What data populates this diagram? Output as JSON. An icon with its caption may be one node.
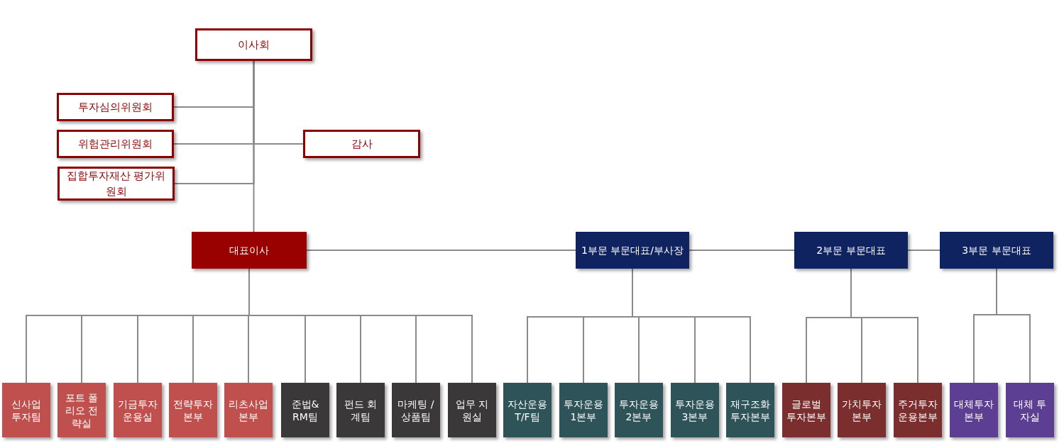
{
  "diagram": {
    "nodes": [
      {
        "text": [
          "이사회"
        ]
      },
      {
        "text": [
          "투자심의위원회"
        ]
      },
      {
        "text": [
          "위험관리위원회"
        ]
      },
      {
        "text": [
          "감사"
        ]
      },
      {
        "text": [
          "집합투자재산 평가위원회"
        ]
      },
      {
        "text": [
          "대표이사"
        ]
      },
      {
        "text": [
          "1부문 부문대표/부사장"
        ]
      },
      {
        "text": [
          "2부문 부문대표"
        ]
      },
      {
        "text": [
          "3부문 부문대표"
        ]
      },
      {
        "text": [
          "신사업 투자팀"
        ]
      },
      {
        "text": [
          "포트 폴리오 전략실"
        ]
      },
      {
        "text": [
          "기금투자 운용실"
        ]
      },
      {
        "text": [
          "전략투자 본부"
        ]
      },
      {
        "text": [
          "리츠사업 본부"
        ]
      },
      {
        "text": [
          "준법& RM팀"
        ]
      },
      {
        "text": [
          "펀드 회계팀"
        ]
      },
      {
        "text": [
          "마케팅 /상품팀"
        ]
      },
      {
        "text": [
          "업무 지원실"
        ]
      },
      {
        "text": [
          "자산운용 T/F팀"
        ]
      },
      {
        "text": [
          "투자운용 1본부"
        ]
      },
      {
        "text": [
          "투자운용 2본부"
        ]
      },
      {
        "text": [
          "투자운용 3본부"
        ]
      },
      {
        "text": [
          "재구조화 투자본부"
        ]
      },
      {
        "text": [
          "글로벌 투자본부"
        ]
      },
      {
        "text": [
          "가치투자 본부"
        ]
      },
      {
        "text": [
          "주거투자 운용본부"
        ]
      },
      {
        "text": [
          "대체투자 본부"
        ]
      },
      {
        "text": [
          "대체 투자실"
        ]
      }
    ],
    "edges": [
      {
        "from": 0,
        "to": 5,
        "arrow": "none"
      },
      {
        "from": 0,
        "to": 1,
        "arrow": "none"
      },
      {
        "from": 0,
        "to": 2,
        "arrow": "none"
      },
      {
        "from": 0,
        "to": 3,
        "arrow": "none"
      },
      {
        "from": 0,
        "to": 4,
        "arrow": "none"
      },
      {
        "from": 5,
        "to": 6,
        "arrow": "none"
      },
      {
        "from": 6,
        "to": 7,
        "arrow": "none"
      },
      {
        "from": 7,
        "to": 8,
        "arrow": "none"
      },
      {
        "from": 5,
        "to": 9,
        "arrow": "none"
      },
      {
        "from": 5,
        "to": 10,
        "arrow": "none"
      },
      {
        "from": 5,
        "to": 11,
        "arrow": "none"
      },
      {
        "from": 5,
        "to": 12,
        "arrow": "none"
      },
      {
        "from": 5,
        "to": 13,
        "arrow": "none"
      },
      {
        "from": 5,
        "to": 14,
        "arrow": "none"
      },
      {
        "from": 5,
        "to": 15,
        "arrow": "none"
      },
      {
        "from": 5,
        "to": 16,
        "arrow": "none"
      },
      {
        "from": 5,
        "to": 17,
        "arrow": "none"
      },
      {
        "from": 6,
        "to": 18,
        "arrow": "none"
      },
      {
        "from": 6,
        "to": 19,
        "arrow": "none"
      },
      {
        "from": 6,
        "to": 20,
        "arrow": "none"
      },
      {
        "from": 6,
        "to": 21,
        "arrow": "none"
      },
      {
        "from": 6,
        "to": 22,
        "arrow": "none"
      },
      {
        "from": 7,
        "to": 23,
        "arrow": "none"
      },
      {
        "from": 7,
        "to": 24,
        "arrow": "none"
      },
      {
        "from": 7,
        "to": 25,
        "arrow": "none"
      },
      {
        "from": 8,
        "to": 26,
        "arrow": "none"
      },
      {
        "from": 8,
        "to": 27,
        "arrow": "none"
      }
    ]
  }
}
